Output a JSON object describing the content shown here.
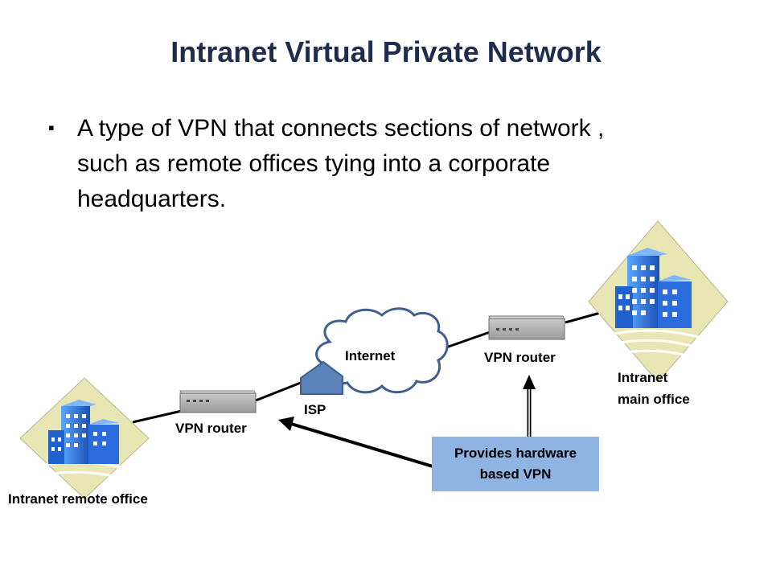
{
  "slide": {
    "title": "Intranet Virtual Private Network",
    "bullet_symbol": "▪",
    "bullet_text": "A type of VPN that connects sections of network , such as remote offices tying into a corporate headquarters."
  },
  "diagram": {
    "internet_label": "Internet",
    "isp_label": "ISP",
    "vpn_router_left_label": "VPN router",
    "vpn_router_right_label": "VPN router",
    "main_office_label_line1": "Intranet",
    "main_office_label_line2": "main office",
    "remote_office_label": "Intranet remote office",
    "callout_line1": "Provides hardware",
    "callout_line2": "based VPN"
  },
  "colors": {
    "title": "#1f2d4d",
    "callout_fill": "#8fb4e3",
    "cloud_stroke": "#3f5f8f",
    "isp_fill": "#5b82b8",
    "building_blue": "#2d6fd6",
    "diamond_fill": "#e8e6b4"
  }
}
